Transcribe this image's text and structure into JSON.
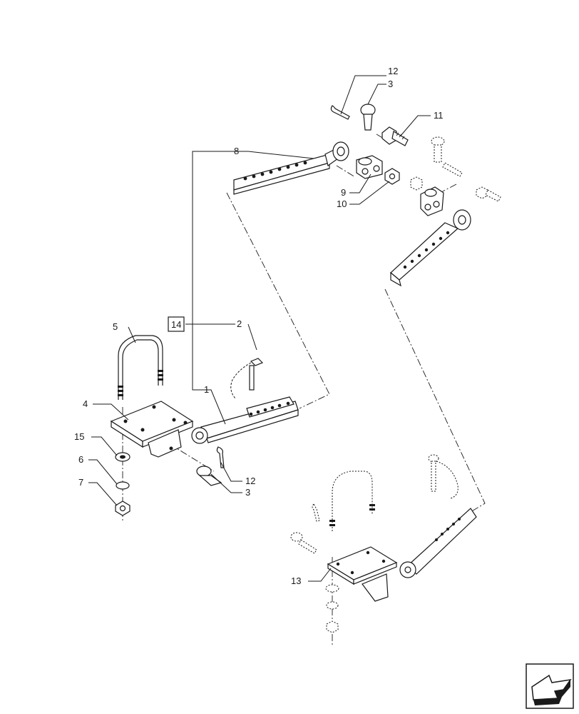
{
  "diagram": {
    "callouts": [
      "1",
      "2",
      "3",
      "3",
      "4",
      "5",
      "6",
      "7",
      "8",
      "9",
      "10",
      "11",
      "12",
      "12",
      "13",
      "14",
      "15"
    ],
    "boxed_callout": "14"
  },
  "nav_icon": "next-page-arrow-icon"
}
